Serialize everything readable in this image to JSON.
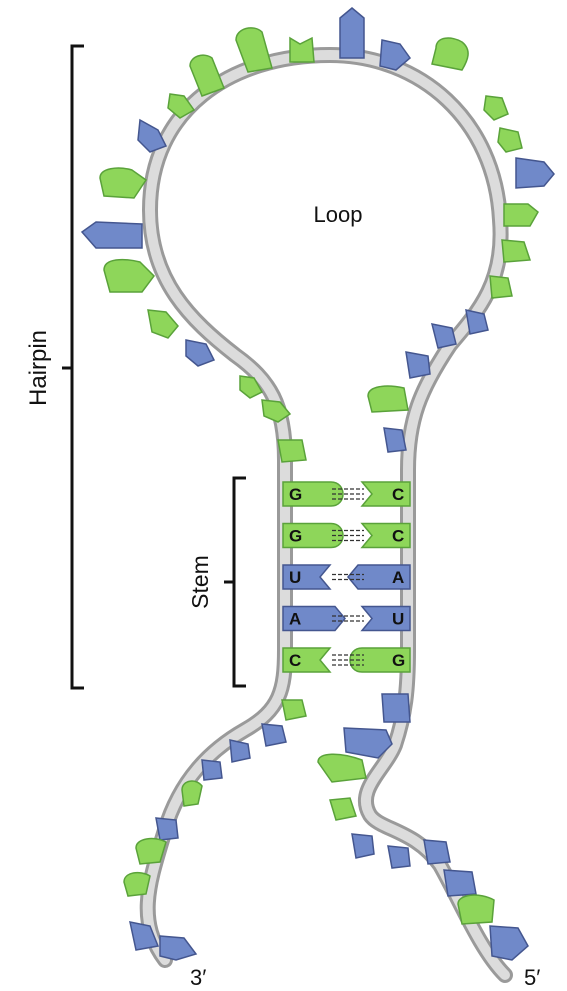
{
  "labels": {
    "loop": "Loop",
    "hairpin": "Hairpin",
    "stem": "Stem",
    "end_3": "3′",
    "end_5": "5′"
  },
  "base_pairs": [
    {
      "left": "G",
      "right": "C",
      "left_kind": "G",
      "right_kind": "C"
    },
    {
      "left": "G",
      "right": "C",
      "left_kind": "G",
      "right_kind": "C"
    },
    {
      "left": "U",
      "right": "A",
      "left_kind": "U",
      "right_kind": "A"
    },
    {
      "left": "A",
      "right": "U",
      "left_kind": "A",
      "right_kind": "U"
    },
    {
      "left": "C",
      "right": "G",
      "left_kind": "C",
      "right_kind": "G"
    }
  ],
  "colors": {
    "green": "#8ed65a",
    "green_edge": "#5aa23a",
    "blue": "#7089c9",
    "blue_edge": "#44568f",
    "backbone": "#c9c9c9",
    "backbone_dark": "#8d8d8d",
    "bond": "#e9cf3a",
    "bracket": "#111111"
  }
}
